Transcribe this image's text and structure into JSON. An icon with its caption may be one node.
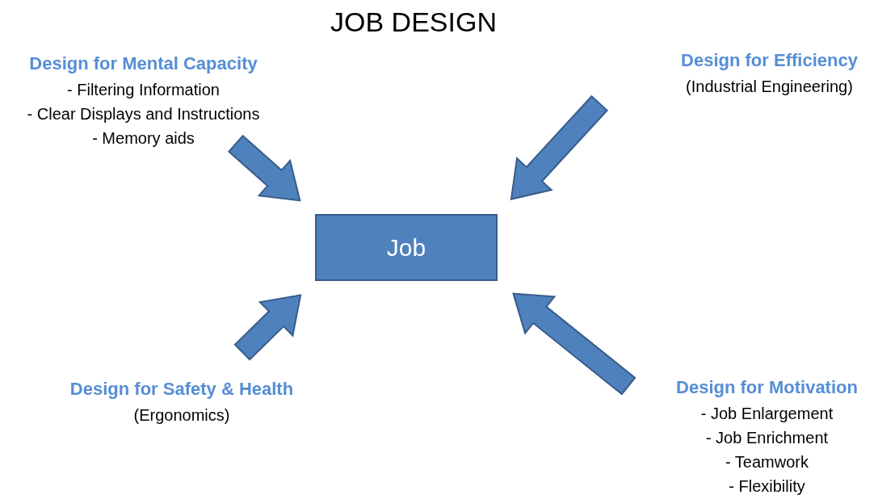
{
  "diagram": {
    "title": "JOB DESIGN",
    "nodes": [
      {
        "text": [
          "Design for Mental Capacity",
          "- Filtering Information",
          "- Clear Displays and Instructions",
          "- Memory aids"
        ]
      },
      {
        "text": [
          "Design for Efficiency",
          "(Industrial Engineering)"
        ]
      },
      {
        "text": [
          "Job"
        ]
      },
      {
        "text": [
          "Design for Safety & Health",
          "(Ergonomics)"
        ]
      },
      {
        "text": [
          "Design for Motivation",
          "- Job Enlargement",
          "- Job Enrichment",
          "- Teamwork",
          "- Flexibility"
        ]
      }
    ],
    "edges": [
      {
        "from": 0,
        "to": 2,
        "arrow": "to"
      },
      {
        "from": 1,
        "to": 2,
        "arrow": "to"
      },
      {
        "from": 3,
        "to": 2,
        "arrow": "to"
      },
      {
        "from": 4,
        "to": 2,
        "arrow": "to"
      }
    ]
  }
}
